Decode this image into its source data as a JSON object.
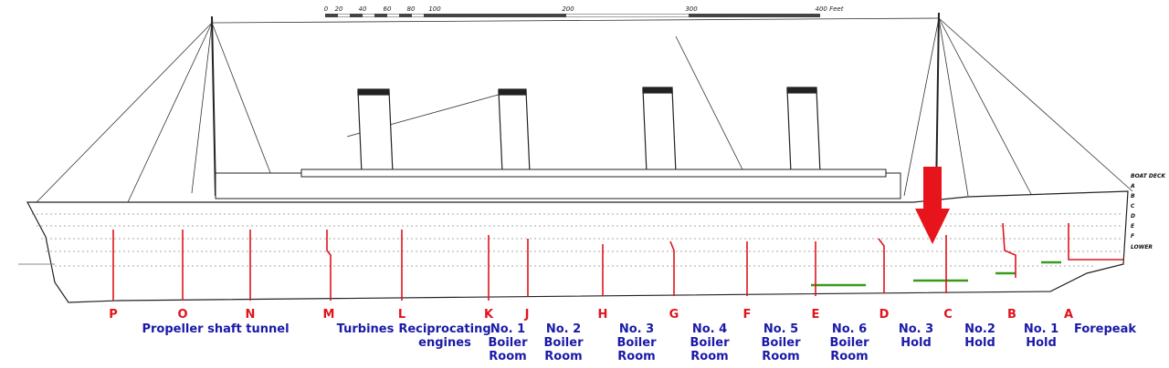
{
  "scale_bar": {
    "ticks": [
      "0",
      "20",
      "40",
      "60",
      "80",
      "100",
      "200",
      "300"
    ],
    "end_label": "400 Feet"
  },
  "deck_labels": [
    "BOAT DECK",
    "A",
    "B",
    "C",
    "D",
    "E",
    "F",
    "LOWER"
  ],
  "bulkhead_letters": [
    "P",
    "O",
    "N",
    "M",
    "L",
    "K",
    "J",
    "H",
    "G",
    "F",
    "E",
    "D",
    "C",
    "B",
    "A"
  ],
  "compartments": [
    "Propeller shaft tunnel",
    "Turbines",
    "Reciprocating\nengines",
    "No. 1\nBoiler\nRoom",
    "No. 2\nBoiler\nRoom",
    "No. 3\nBoiler\nRoom",
    "No. 4\nBoiler\nRoom",
    "No. 5\nBoiler\nRoom",
    "No. 6\nBoiler\nRoom",
    "No. 3\nHold",
    "No.2\nHold",
    "No. 1\nHold",
    "Forepeak"
  ],
  "colors": {
    "bulkhead": "#e0141c",
    "label": "#1a1aa8",
    "arrow": "#e8141c",
    "waterline": "#3a9a1a"
  }
}
